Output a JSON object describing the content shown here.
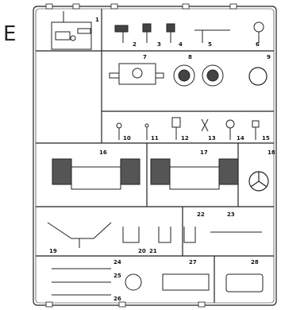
{
  "sprue_letter": "E",
  "part_numbers": [
    "1",
    "2",
    "3",
    "4",
    "5",
    "6",
    "7",
    "8",
    "9",
    "10",
    "11",
    "12",
    "13",
    "14",
    "15",
    "16",
    "17",
    "18",
    "19",
    "20",
    "21",
    "22",
    "23",
    "24",
    "25",
    "26",
    "27",
    "28"
  ]
}
